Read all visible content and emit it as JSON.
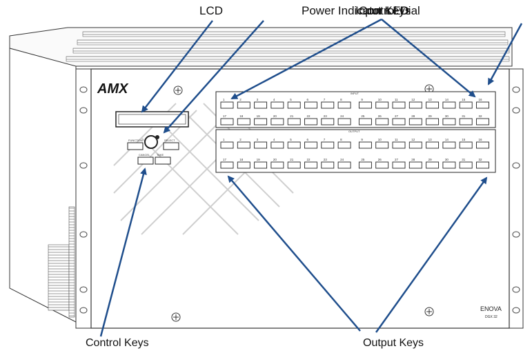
{
  "callouts": {
    "lcd": "LCD",
    "power_led": "Power Indicator LED",
    "input_keys": "Input Keys",
    "control_dial": "Control Dial",
    "control_keys": "Control Keys",
    "output_keys": "Output Keys"
  },
  "device": {
    "brand": "AMX",
    "model": "ENOVA",
    "model_sub": "DGX 32",
    "input_label": "INPUT",
    "output_label": "OUTPUT",
    "buttons": {
      "function": "FUNCTION",
      "select": "SELECT",
      "cancel": "CANCEL",
      "take": "TAKE"
    },
    "input_numbers": [
      "1",
      "2",
      "3",
      "4",
      "5",
      "6",
      "7",
      "8",
      "9",
      "10",
      "11",
      "12",
      "13",
      "14",
      "15",
      "16",
      "17",
      "18",
      "19",
      "20",
      "21",
      "22",
      "23",
      "24",
      "25",
      "26",
      "27",
      "28",
      "29",
      "30",
      "31",
      "32"
    ],
    "output_numbers": [
      "1",
      "2",
      "3",
      "4",
      "5",
      "6",
      "7",
      "8",
      "9",
      "10",
      "11",
      "12",
      "13",
      "14",
      "15",
      "16",
      "17",
      "18",
      "19",
      "20",
      "21",
      "22",
      "23",
      "24",
      "25",
      "26",
      "27",
      "28",
      "29",
      "30",
      "31",
      "32"
    ]
  },
  "colors": {
    "arrow": "#1f4e8c",
    "outline": "#333333"
  }
}
